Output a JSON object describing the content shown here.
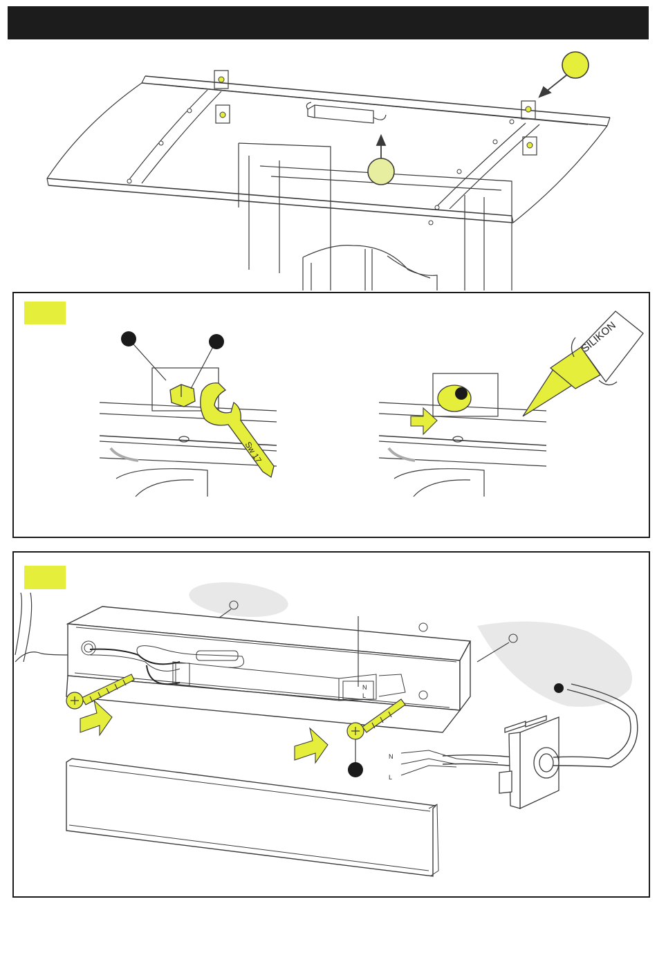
{
  "colors": {
    "accent": "#e6ee3c",
    "header": "#1c1c1c",
    "line": "#3a3a3a",
    "shade": "#e8e8e8"
  },
  "step2": {
    "wrench_label": "Sw 17",
    "silicone_label": "SILIKON"
  },
  "step3": {
    "terminal_N": "N",
    "terminal_L": "L",
    "wire_N": "N",
    "wire_L": "L"
  },
  "icons": [
    "yellow-callout-circle",
    "push-arrow-icon",
    "wrench-icon",
    "silicone-tube-icon",
    "screw-icon"
  ]
}
